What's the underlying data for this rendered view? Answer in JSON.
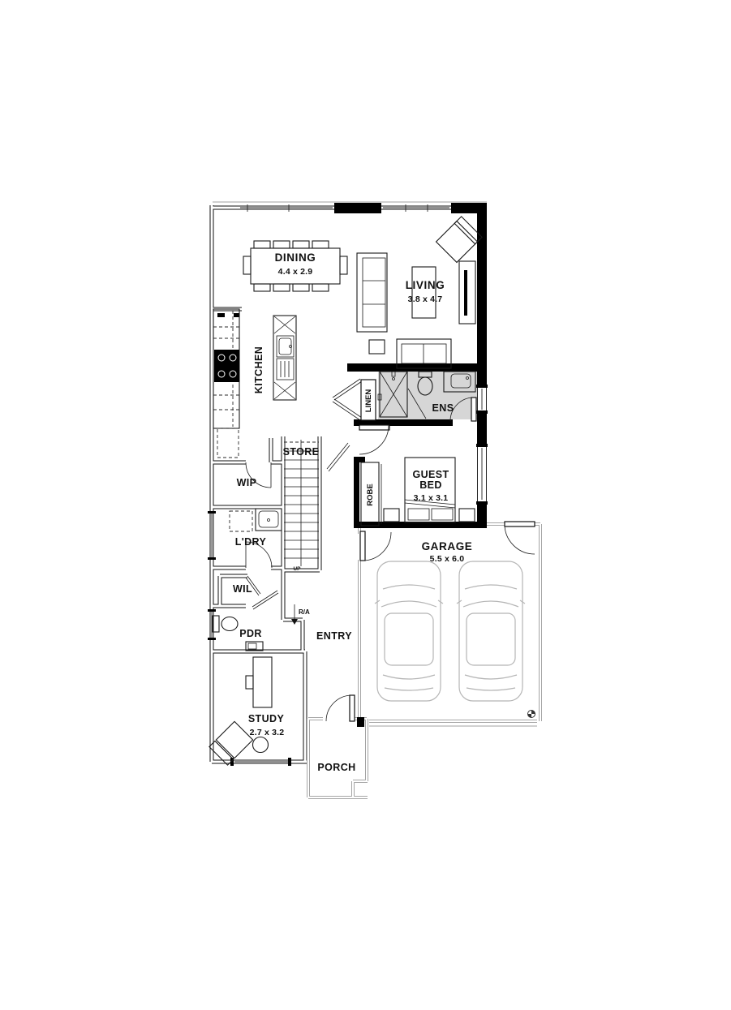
{
  "plan": {
    "colors": {
      "wall": "#000000",
      "tile_floor": "#d6d6d6",
      "light_lines": "#b5b5b5"
    }
  },
  "rooms": {
    "dining": {
      "name": "DINING",
      "dims": "4.4 x 2.9"
    },
    "living": {
      "name": "LIVING",
      "dims": "3.8 x 4.7"
    },
    "kitchen": {
      "name": "KITCHEN"
    },
    "linen": {
      "name": "LINEN"
    },
    "ens": {
      "name": "ENS"
    },
    "store": {
      "name": "STORE"
    },
    "robe": {
      "name": "ROBE"
    },
    "guest_bed": {
      "name_line1": "GUEST",
      "name_line2": "BED",
      "dims": "3.1 x 3.1"
    },
    "garage": {
      "name": "GARAGE",
      "dims": "5.5 x 6.0"
    },
    "wip": {
      "name": "WIP"
    },
    "laundry": {
      "name": "L'DRY"
    },
    "wil": {
      "name": "WIL"
    },
    "powder": {
      "name": "PDR"
    },
    "entry": {
      "name": "ENTRY"
    },
    "study": {
      "name": "STUDY",
      "dims": "2.7 x 3.2"
    },
    "porch": {
      "name": "PORCH"
    }
  },
  "annotations": {
    "return_air": "R/A",
    "stairs_up": "UP"
  }
}
